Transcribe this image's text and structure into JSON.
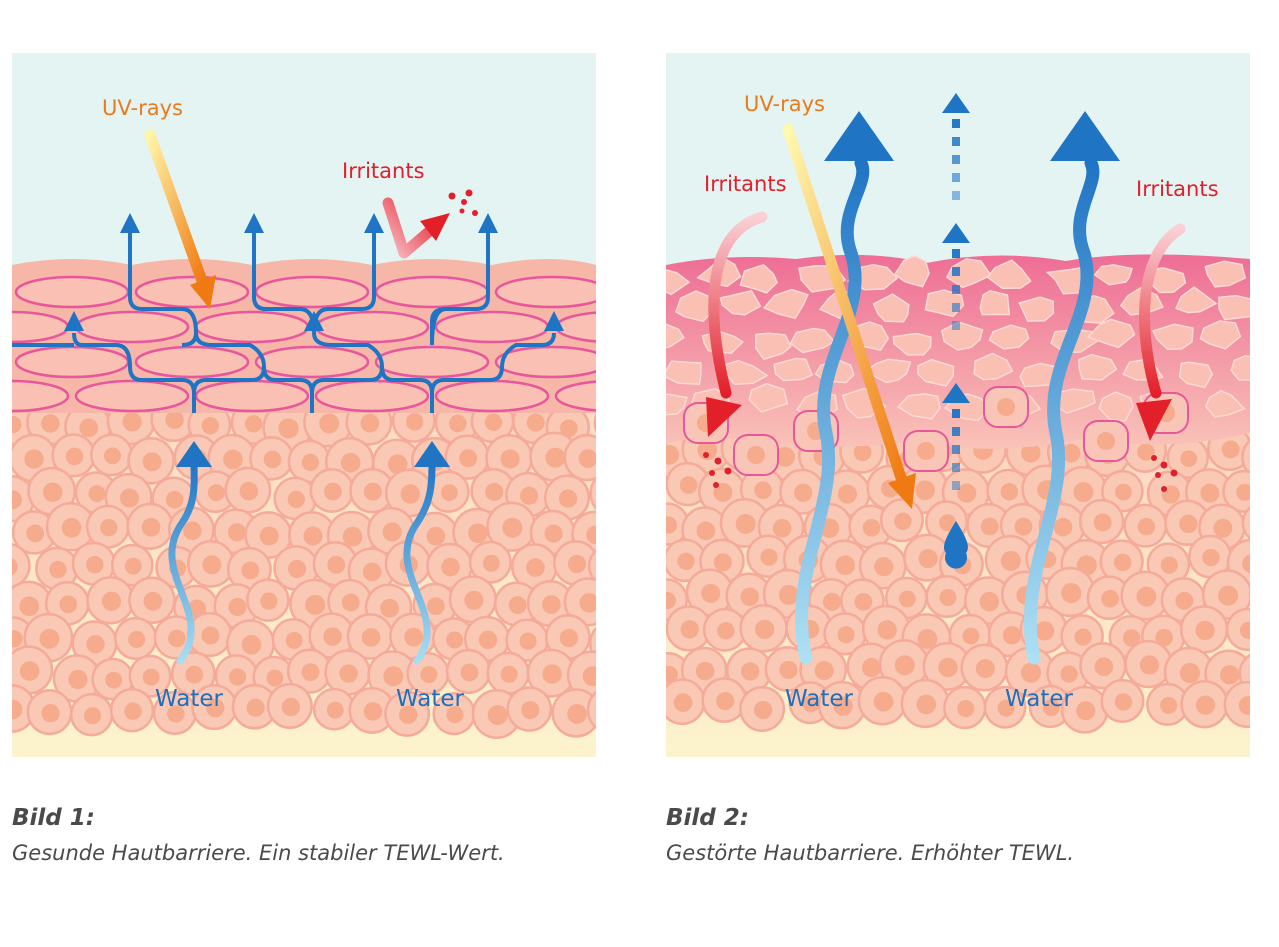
{
  "figures": [
    {
      "labels": {
        "uv": "UV-rays",
        "irritants": "Irritants",
        "water_left": "Water",
        "water_right": "Water"
      },
      "caption": {
        "title": "Bild 1:",
        "text": "Gesunde Hautbarriere. Ein stabiler TEWL-Wert."
      }
    },
    {
      "labels": {
        "uv": "UV-rays",
        "irritants_left": "Irritants",
        "irritants_right": "Irritants",
        "water_left": "Water",
        "water_right": "Water"
      },
      "caption": {
        "title": "Bild 2:",
        "text": "Gestörte Hautbarriere. Erhöhter TEWL."
      }
    }
  ],
  "colors": {
    "sky": "#e3f4f3",
    "base": "#fcf3cc",
    "cell": "#f9c9b5",
    "cell_border": "#f5aa9a",
    "nucleus": "#f5ab8c",
    "corneocyte": "#f9c0b3",
    "corneocyte_border": "#e8579b",
    "damaged_layer": "#ef7e9f",
    "water_arrow": "#1f74c4",
    "uv_label": "#ea7a1c",
    "irritant_label": "#e0202c",
    "water_label": "#1e6fbd"
  }
}
